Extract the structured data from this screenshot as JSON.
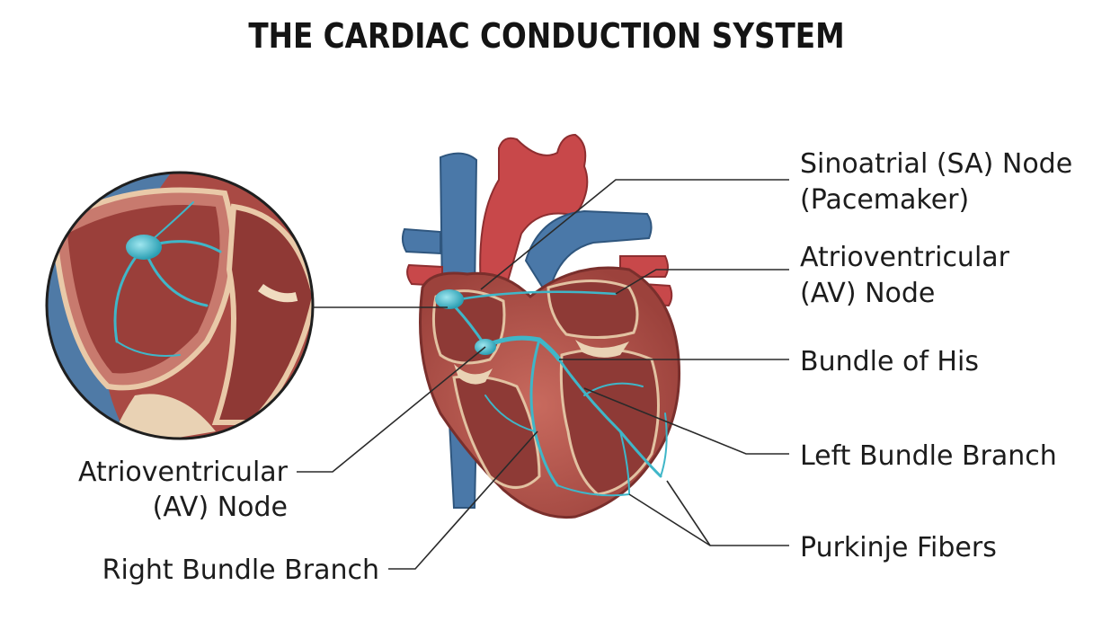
{
  "title": "THE CARDIAC CONDUCTION SYSTEM",
  "labels": {
    "sa_node_line1": "Sinoatrial (SA) Node",
    "sa_node_line2": "(Pacemaker)",
    "av_node_right_line1": "Atrioventricular",
    "av_node_right_line2": "(AV) Node",
    "bundle_of_his": "Bundle of His",
    "left_bundle_branch": "Left Bundle Branch",
    "purkinje_fibers": "Purkinje Fibers",
    "av_node_left_line1": "Atrioventricular",
    "av_node_left_line2": "(AV) Node",
    "right_bundle_branch": "Right Bundle Branch"
  },
  "colors": {
    "vein_blue": "#4a78a8",
    "artery_red": "#c8484a",
    "myocardium": "#b8564e",
    "chamber_interior": "#8e3a36",
    "valve_tissue": "#e9d2b4",
    "conduction_cyan": "#3fb6c8"
  }
}
